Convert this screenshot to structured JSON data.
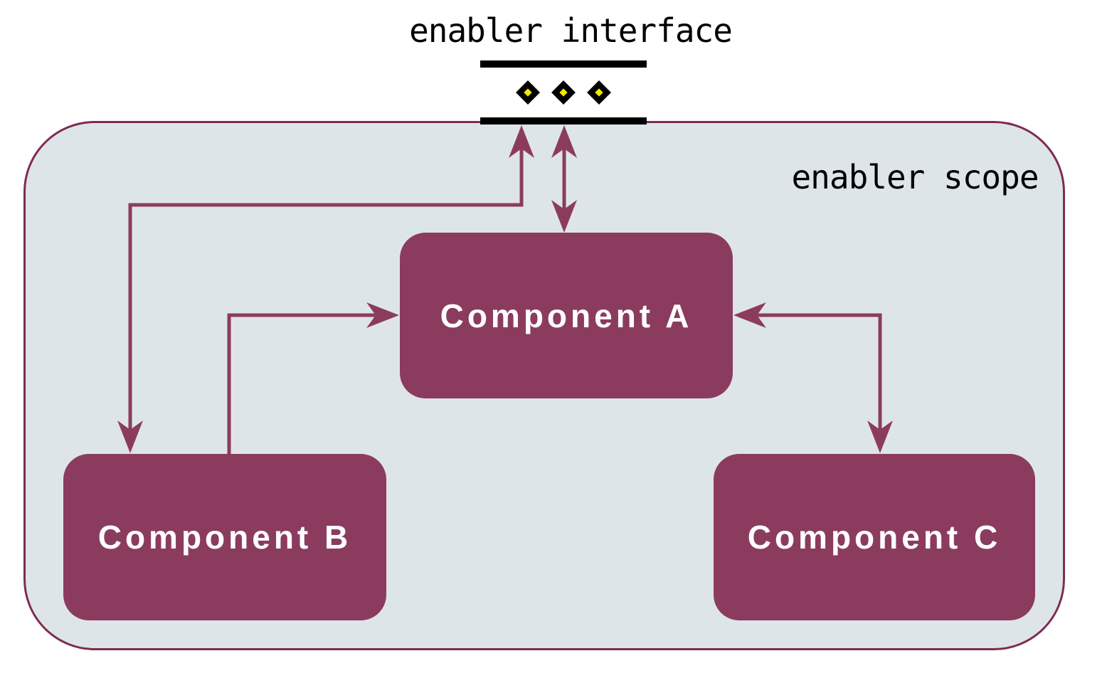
{
  "interface": {
    "label": "enabler interface",
    "icon": "lollipop-interface",
    "diamond_count": 3
  },
  "scope": {
    "label": "enabler scope"
  },
  "components": [
    {
      "id": "A",
      "label": "Component A"
    },
    {
      "id": "B",
      "label": "Component B"
    },
    {
      "id": "C",
      "label": "Component C"
    }
  ],
  "connections": [
    {
      "from": "enabler interface",
      "to": "Component A",
      "direction": "bidirectional",
      "style": "orthogonal-arrow"
    },
    {
      "from": "enabler interface",
      "to": "Component B",
      "direction": "bidirectional",
      "style": "orthogonal-arrow"
    },
    {
      "from": "Component B",
      "to": "Component A",
      "direction": "unidirectional",
      "style": "orthogonal-arrow"
    },
    {
      "from": "Component A",
      "to": "Component C",
      "direction": "bidirectional",
      "style": "orthogonal-arrow"
    }
  ],
  "colors": {
    "component_fill": "#8b3c5e",
    "component_text": "#ffffff",
    "scope_fill": "#dee5e9",
    "scope_border": "#7d2d52",
    "arrow": "#8b3c5e",
    "interface_bar": "#000000",
    "diamond_fill": "#000000",
    "diamond_center": "#f0e900",
    "label_text": "#000000",
    "page_background": "#ffffff"
  }
}
